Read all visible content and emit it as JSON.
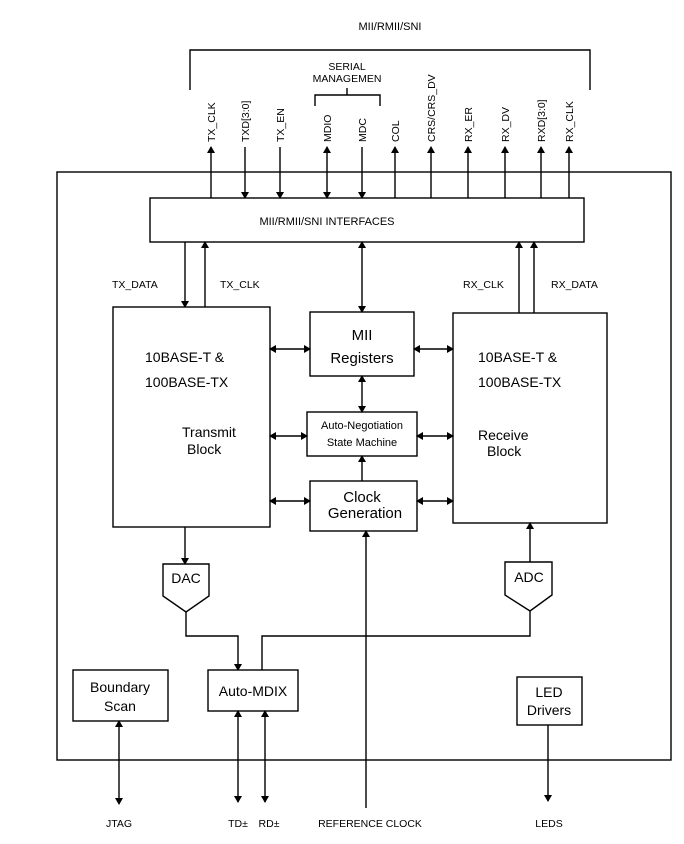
{
  "header": {
    "bus_label": "MII/RMII/SNI",
    "serial_label_line1": "SERIAL",
    "serial_label_line2": "MANAGEMEN"
  },
  "signals": [
    {
      "id": "tx_clk",
      "label": "TX_CLK"
    },
    {
      "id": "txd",
      "label": "TXD[3:0]"
    },
    {
      "id": "tx_en",
      "label": "TX_EN"
    },
    {
      "id": "mdio",
      "label": "MDIO"
    },
    {
      "id": "mdc",
      "label": "MDC"
    },
    {
      "id": "col",
      "label": "COL"
    },
    {
      "id": "crs",
      "label": "CRS/CRS_DV"
    },
    {
      "id": "rx_er",
      "label": "RX_ER"
    },
    {
      "id": "rx_dv",
      "label": "RX_DV"
    },
    {
      "id": "rxd",
      "label": "RXD[3:0]"
    },
    {
      "id": "rx_clk",
      "label": "RX_CLK"
    }
  ],
  "interfaces": {
    "label": "MII/RMII/SNI INTERFACES"
  },
  "internal_labels": {
    "tx_data": "TX_DATA",
    "tx_clk": "TX_CLK",
    "rx_clk": "RX_CLK",
    "rx_data": "RX_DATA"
  },
  "blocks": {
    "transmit": {
      "line1": "10BASE-T &",
      "line2": "100BASE-TX",
      "line3": "Transmit",
      "line4": "Block"
    },
    "receive": {
      "line1": "10BASE-T &",
      "line2": "100BASE-TX",
      "line3": "Receive",
      "line4": "Block"
    },
    "mii_registers": {
      "line1": "MII",
      "line2": "Registers"
    },
    "autoneg": {
      "line1": "Auto-Negotiation",
      "line2": "State Machine"
    },
    "clock_gen": {
      "line1": "Clock",
      "line2": "Generation"
    },
    "dac": {
      "label": "DAC"
    },
    "adc": {
      "label": "ADC"
    },
    "auto_mdix": {
      "label": "Auto-MDIX"
    },
    "boundary_scan": {
      "line1": "Boundary",
      "line2": "Scan"
    },
    "led_drivers": {
      "line1": "LED",
      "line2": "Drivers"
    }
  },
  "bottom_labels": {
    "jtag": "JTAG",
    "td": "TD±",
    "rd": "RD±",
    "ref_clock": "REFERENCE CLOCK",
    "leds": "LEDS"
  }
}
